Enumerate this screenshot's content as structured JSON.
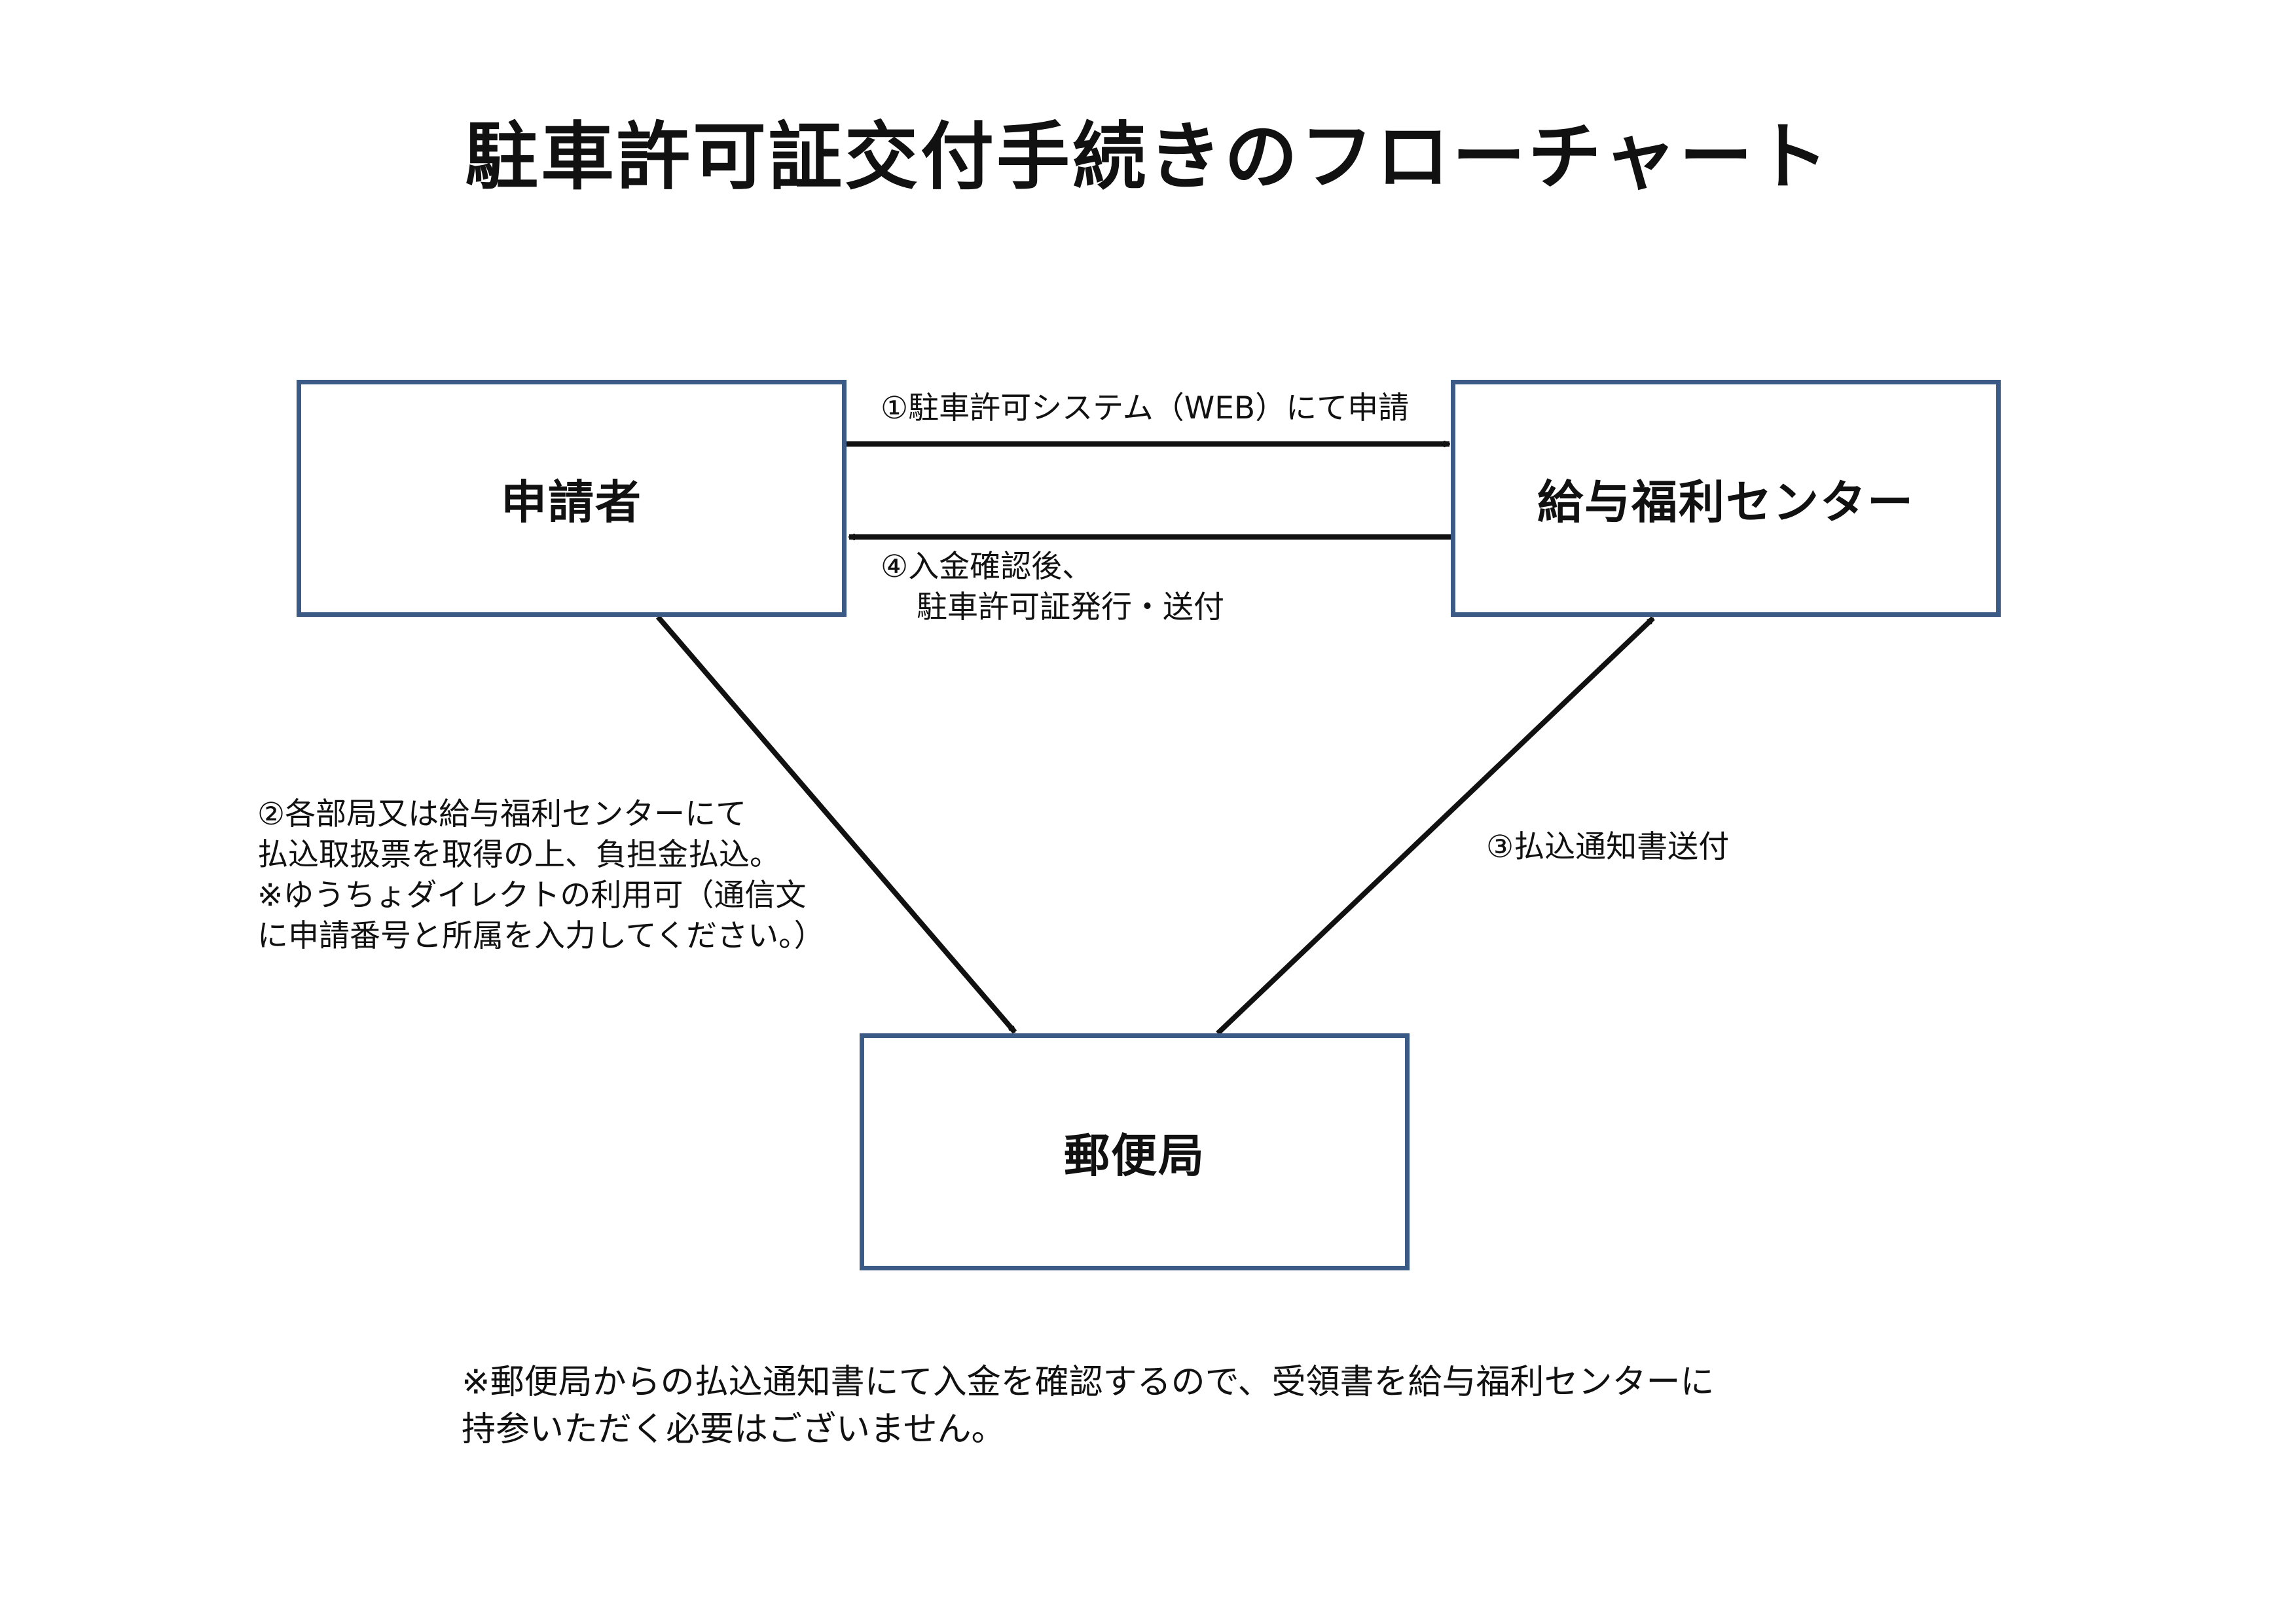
{
  "title": "駐車許可証交付手続きのフローチャート",
  "nodes": {
    "applicant": "申請者",
    "center": "給与福利センター",
    "post_office": "郵便局"
  },
  "steps": {
    "step1": "①駐車許可システム（WEB）にて申請",
    "step4_line1": "④入金確認後、",
    "step4_line2": "駐車許可証発行・送付",
    "step2_lines": [
      "②各部局又は給与福利センターにて",
      "払込取扱票を取得の上、負担金払込。",
      "※ゆうちょダイレクトの利用可（通信文",
      "に申請番号と所属を入力してください。）"
    ],
    "step3": "③払込通知書送付"
  },
  "footnote_lines": [
    "※郵便局からの払込通知書にて入金を確認するので、受領書を給与福利センターに",
    "持参いただく必要はございません。"
  ],
  "colors": {
    "box_border": "#3b5a85",
    "arrow": "#111111"
  }
}
